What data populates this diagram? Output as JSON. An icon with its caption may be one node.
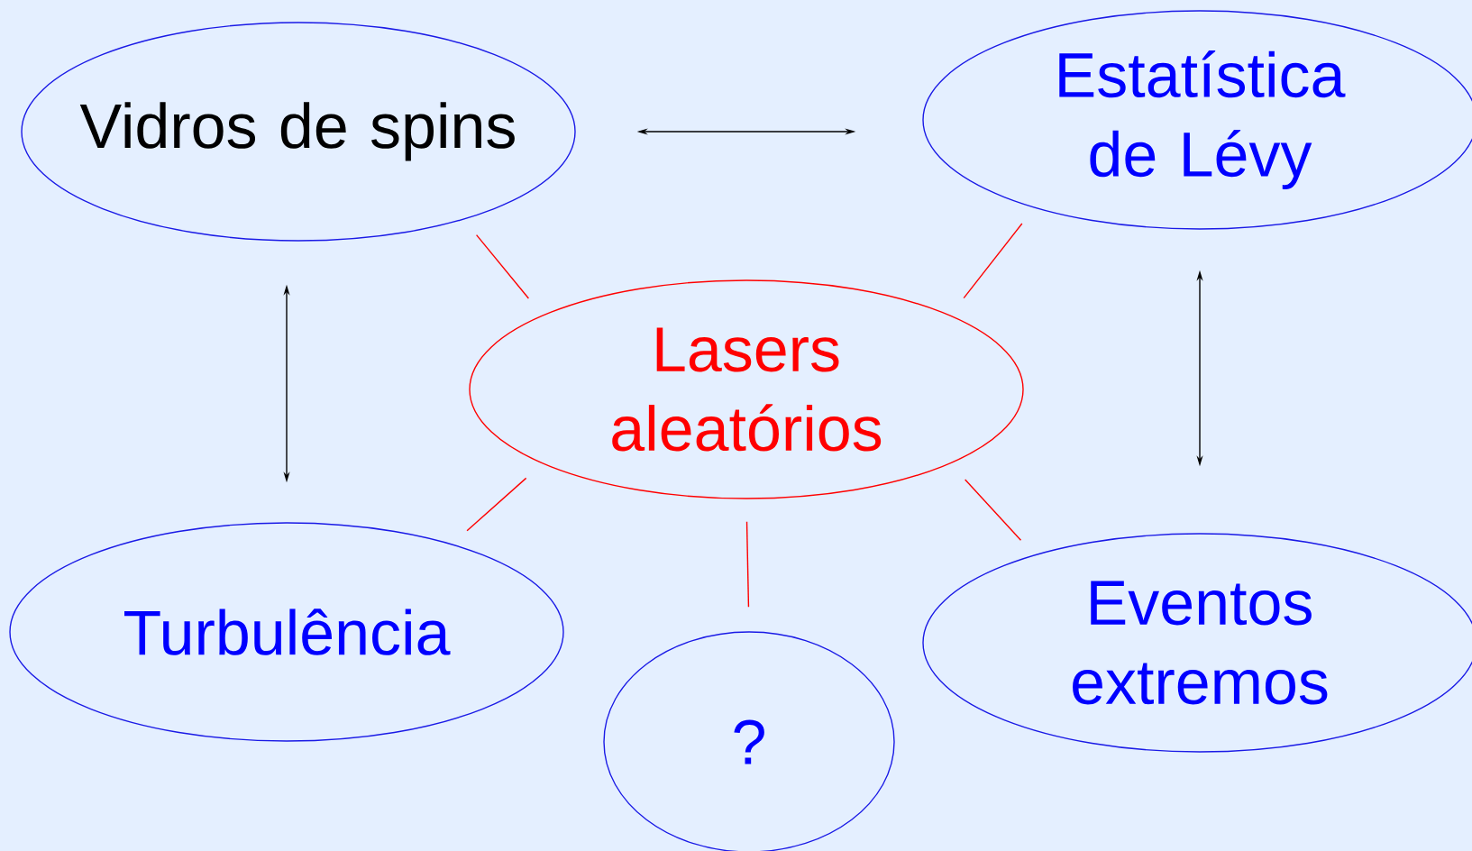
{
  "diagram": {
    "nodes": [
      {
        "text": [
          "Vidros de spins"
        ]
      },
      {
        "text": [
          "Estatística de Lévy"
        ]
      },
      {
        "text": [
          "Lasers aleatórios"
        ]
      },
      {
        "text": [
          "Turbulência"
        ]
      },
      {
        "text": [
          "?"
        ]
      },
      {
        "text": [
          "Eventos extremos"
        ]
      }
    ],
    "edges": [
      {
        "from": 0,
        "to": 1,
        "arrow": "both",
        "color": "#000000"
      },
      {
        "from": 0,
        "to": 3,
        "arrow": "both",
        "color": "#000000"
      },
      {
        "from": 1,
        "to": 5,
        "arrow": "both",
        "color": "#000000"
      },
      {
        "from": 2,
        "to": 0,
        "arrow": "none"
      },
      {
        "from": 2,
        "to": 1,
        "arrow": "none"
      },
      {
        "from": 2,
        "to": 3,
        "arrow": "none"
      },
      {
        "from": 2,
        "to": 4,
        "arrow": "none"
      },
      {
        "from": 2,
        "to": 5,
        "arrow": "none"
      }
    ]
  }
}
